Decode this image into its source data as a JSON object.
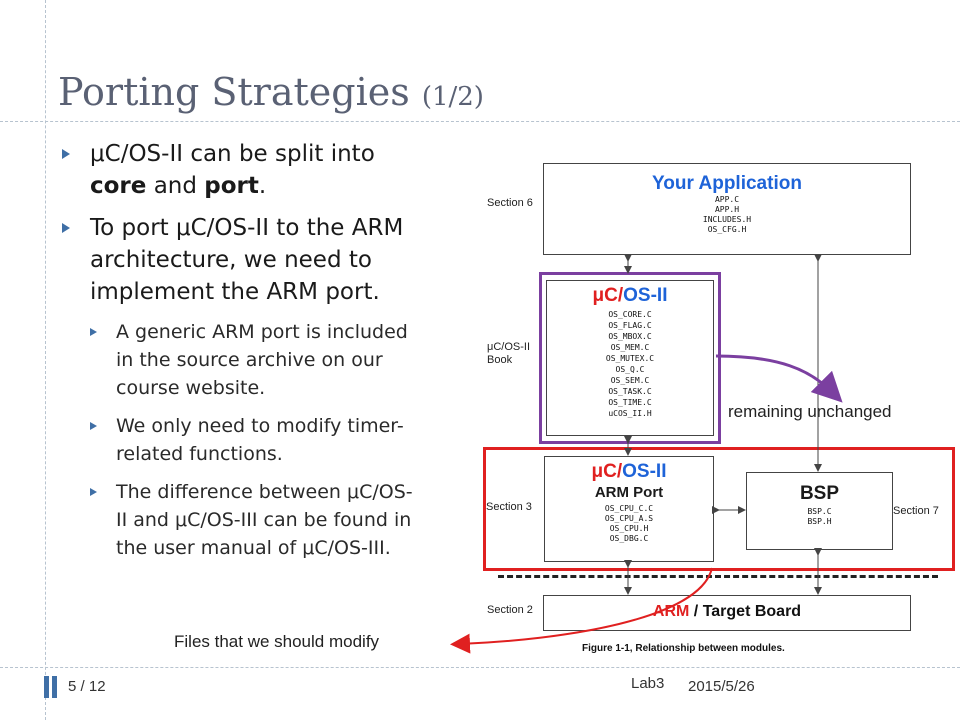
{
  "title": {
    "main": "Porting Strategies ",
    "suffix": "(1/2)"
  },
  "bullets": [
    {
      "level": 1,
      "lines": [
        "μC/OS-II can be split into"
      ],
      "rich": true
    },
    {
      "level": 1,
      "lines": [
        "To port μC/OS-II to the ARM",
        "architecture, we need to",
        "implement the ARM port."
      ]
    },
    {
      "level": 2,
      "lines": [
        "A generic ARM port is included",
        "in the source archive on our",
        "course website."
      ]
    },
    {
      "level": 2,
      "lines": [
        "We only need to modify timer-",
        "related functions."
      ]
    },
    {
      "level": 2,
      "lines": [
        "The difference between μC/OS-",
        "II and μC/OS-III can be found in",
        "the user manual of μC/OS-III."
      ]
    }
  ],
  "b1_rich": {
    "pre": "core",
    "mid": " and ",
    "post": "port",
    "end": "."
  },
  "diagram": {
    "section6": "Section 6",
    "app_title": "Your Application",
    "app_files": [
      "APP.C",
      "APP.H",
      "INCLUDES.H",
      "OS_CFG.H"
    ],
    "book_label": [
      "μC/OS-II",
      "Book"
    ],
    "ucos_prefix": "μC/",
    "ucos_suffix": "OS-II",
    "ucos_files": [
      "OS_CORE.C",
      "OS_FLAG.C",
      "OS_MBOX.C",
      "OS_MEM.C",
      "OS_MUTEX.C",
      "OS_Q.C",
      "OS_SEM.C",
      "OS_TASK.C",
      "OS_TIME.C",
      "uCOS_II.H"
    ],
    "remaining": "remaining unchanged",
    "section3": "Section 3",
    "arm_port": "ARM Port",
    "port_files": [
      "OS_CPU_C.C",
      "OS_CPU_A.S",
      "OS_CPU.H",
      "OS_DBG.C"
    ],
    "bsp": "BSP",
    "bsp_files": [
      "BSP.C",
      "BSP.H"
    ],
    "section7": "Section 7",
    "section2": "Section 2",
    "arm_word": "ARM",
    "target_board": " / Target Board",
    "files_modify": "Files that we should modify",
    "figure_caption": "Figure 1-1, Relationship between modules."
  },
  "footer": {
    "page": "5",
    "total": "/ 12",
    "lab": "Lab3",
    "date": "2015/5/26"
  },
  "colors": {
    "accent": "#3f6fa6",
    "title": "#5a6174",
    "red": "#e02020",
    "purple": "#7b3fa0",
    "blue": "#1e63d8"
  }
}
